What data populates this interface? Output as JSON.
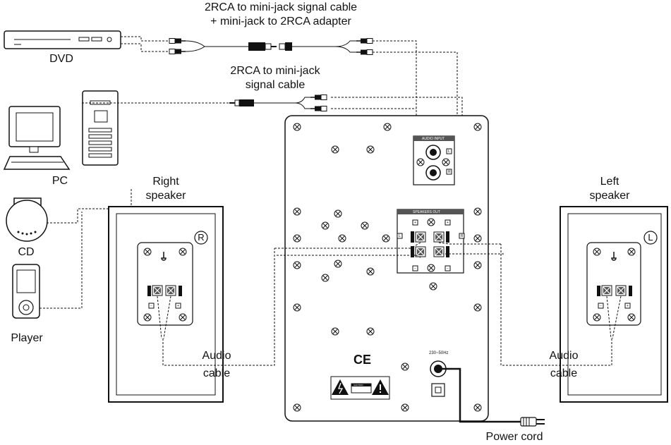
{
  "labels": {
    "cable_top_line1": "2RCA to mini-jack signal cable",
    "cable_top_line2": "+ mini-jack to 2RCA adapter",
    "dvd": "DVD",
    "cable_mid_line1": "2RCA to mini-jack",
    "cable_mid_line2": "signal cable",
    "pc": "PC",
    "cd": "CD",
    "player": "Player",
    "right_speaker_line1": "Right",
    "right_speaker_line2": "speaker",
    "left_speaker_line1": "Left",
    "left_speaker_line2": "speaker",
    "audio_cable_left_line1": "Audio",
    "audio_cable_left_line2": "cable",
    "audio_cable_right_line1": "Audio",
    "audio_cable_right_line2": "cable",
    "power_cord": "Power cord"
  },
  "subwoofer": {
    "audio_input_title": "AUDIO INPUT",
    "speakers_out_title": "SPEAKERS OUT",
    "audio_input_left": "L",
    "audio_input_right": "R",
    "speakers_out_left": "L",
    "speakers_out_right": "R",
    "plus": "+",
    "minus": "−",
    "voltage": "230~50Hz",
    "ce_mark": "CE",
    "caution": "CAUTION"
  },
  "speaker_badges": {
    "right": "R",
    "left": "L"
  },
  "colors": {
    "line": "#111111",
    "background": "#ffffff"
  }
}
